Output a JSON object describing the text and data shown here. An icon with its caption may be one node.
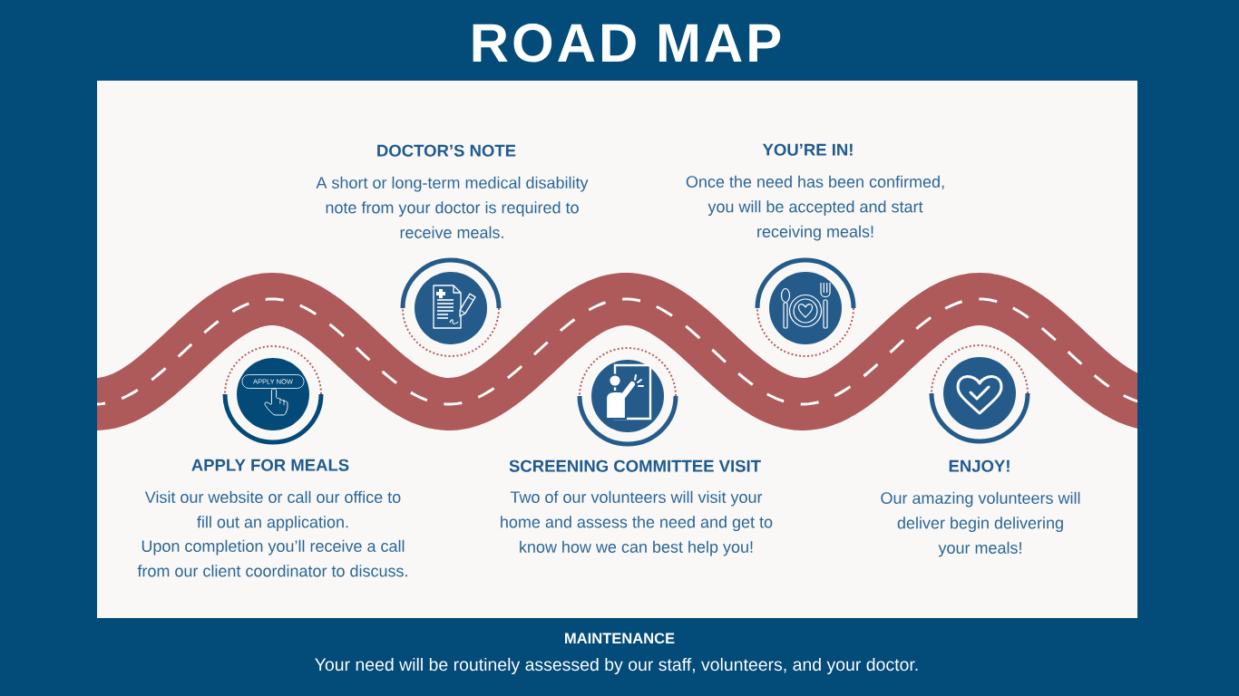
{
  "diagram": {
    "title": "ROAD MAP",
    "nodes": [
      {
        "text": [
          "APPLY FOR MEALS",
          "Visit our website or call our office to fill out an application.",
          "Upon completion you’ll receive a call from our client coordinator to discuss."
        ]
      },
      {
        "text": [
          "DOCTOR’S NOTE",
          "A short or long-term medical disability note from your doctor is required to receive meals."
        ]
      },
      {
        "text": [
          "SCREENING COMMITTEE VISIT",
          "Two of our volunteers will visit your home and assess the need and get to know how we can best help you!"
        ]
      },
      {
        "text": [
          "YOU’RE IN!",
          "Once the need has been confirmed, you will be accepted and start receiving meals!"
        ]
      },
      {
        "text": [
          "ENJOY!",
          "Our amazing volunteers will deliver begin delivering your meals!"
        ]
      }
    ],
    "labels": [
      "APPLY NOW",
      "MAINTENANCE",
      "Your need will be routinely assessed by our staff, volunteers, and your doctor."
    ]
  }
}
